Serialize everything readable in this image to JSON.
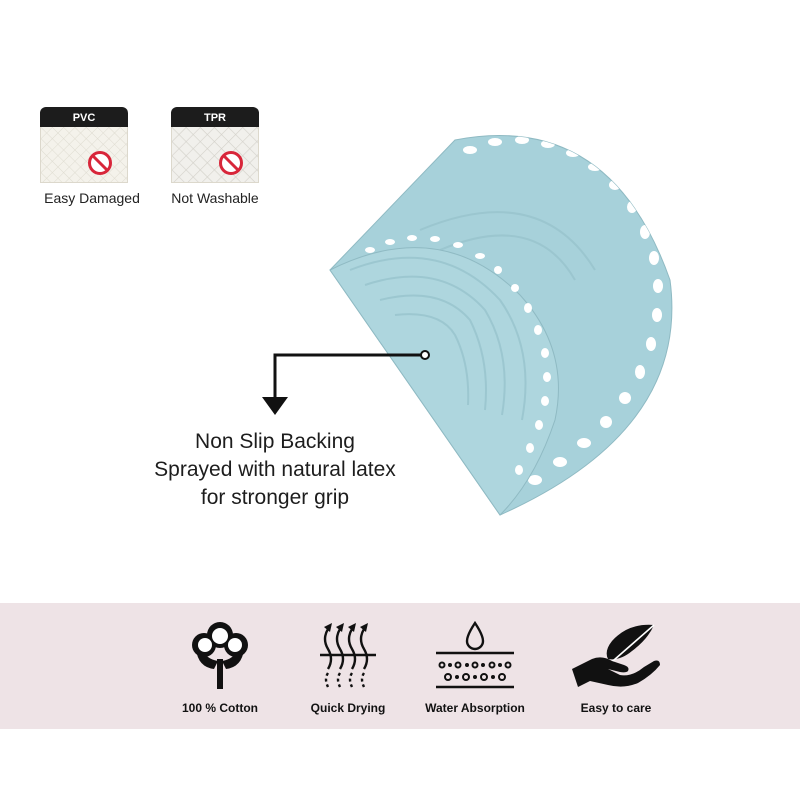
{
  "comparison": {
    "items": [
      {
        "tag": "PVC",
        "caption": "Easy Damaged"
      },
      {
        "tag": "TPR",
        "caption": "Not Washable"
      }
    ],
    "prohibited_icon": "no-symbol-icon"
  },
  "product": {
    "color": "#a9d3dc",
    "callout_lines": [
      "Non Slip Backing",
      "Sprayed with natural latex",
      "for stronger grip"
    ]
  },
  "features": [
    {
      "icon": "cotton-icon",
      "label": "100 % Cotton"
    },
    {
      "icon": "quick-drying-icon",
      "label": "Quick Drying"
    },
    {
      "icon": "water-absorption-icon",
      "label": "Water Absorption"
    },
    {
      "icon": "easy-care-icon",
      "label": "Easy to care"
    }
  ],
  "colors": {
    "band": "#eee3e6",
    "prohibit_red": "#d8263a",
    "icon": "#111111"
  }
}
